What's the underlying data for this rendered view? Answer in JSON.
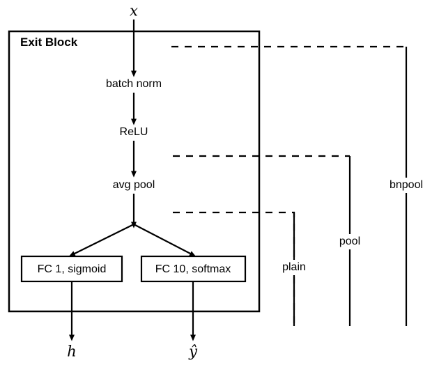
{
  "diagram": {
    "title": "Exit Block",
    "input_label": "x",
    "nodes": [
      {
        "id": "batch-norm",
        "label": "batch norm"
      },
      {
        "id": "relu",
        "label": "ReLU"
      },
      {
        "id": "avg-pool",
        "label": "avg pool"
      }
    ],
    "heads": [
      {
        "id": "fc-sigmoid",
        "label": "FC 1, sigmoid",
        "output": "h"
      },
      {
        "id": "fc-softmax",
        "label": "FC 10, softmax",
        "output": "ŷ"
      }
    ],
    "outputs": {
      "h": "h",
      "yhat": "ŷ"
    },
    "variants": [
      {
        "id": "plain",
        "label": "plain"
      },
      {
        "id": "pool",
        "label": "pool"
      },
      {
        "id": "bnpool",
        "label": "bnpool"
      }
    ],
    "colors": {
      "stroke": "#000000",
      "background": "#ffffff"
    }
  }
}
